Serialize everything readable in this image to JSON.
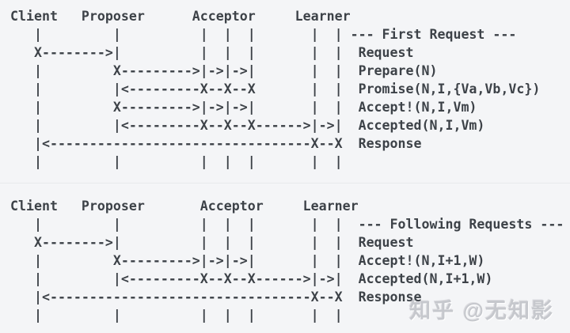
{
  "page": {
    "background": "#f4f5f7",
    "text_color": "#3d4248"
  },
  "diagrams": [
    {
      "id": "first-request",
      "participants": [
        "Client",
        "Proposer",
        "Acceptor",
        "Learner"
      ],
      "phase_label": "--- First Request ---",
      "messages": [
        "Request",
        "Prepare(N)",
        "Promise(N,I,{Va,Vb,Vc})",
        "Accept!(N,I,Vm)",
        "Accepted(N,I,Vm)",
        "Response"
      ],
      "ascii": "Client   Proposer      Acceptor     Learner\n   |         |          |  |  |       |  | --- First Request ---\n   X-------->|          |  |  |       |  |  Request\n   |         X--------->|->|->|       |  |  Prepare(N)\n   |         |<---------X--X--X       |  |  Promise(N,I,{Va,Vb,Vc})\n   |         X--------->|->|->|       |  |  Accept!(N,I,Vm)\n   |         |<---------X--X--X------>|->|  Accepted(N,I,Vm)\n   |<---------------------------------X--X  Response\n   |         |          |  |  |       |  |"
    },
    {
      "id": "following-requests",
      "participants": [
        "Client",
        "Proposer",
        "Acceptor",
        "Learner"
      ],
      "phase_label": "--- Following Requests ---",
      "messages": [
        "Request",
        "Accept!(N,I+1,W)",
        "Accepted(N,I+1,W)",
        "Response"
      ],
      "ascii": "Client   Proposer       Acceptor     Learner\n   |         |          |  |  |       |  |  --- Following Requests ---\n   X-------->|          |  |  |       |  |  Request\n   |         X--------->|->|->|       |  |  Accept!(N,I+1,W)\n   |         |<---------X--X--X------>|->|  Accepted(N,I+1,W)\n   |<---------------------------------X--X  Response\n   |         |          |  |  |       |  |"
    }
  ],
  "watermark": {
    "text": "知乎 @无知影",
    "color": "#c6c8cd"
  }
}
